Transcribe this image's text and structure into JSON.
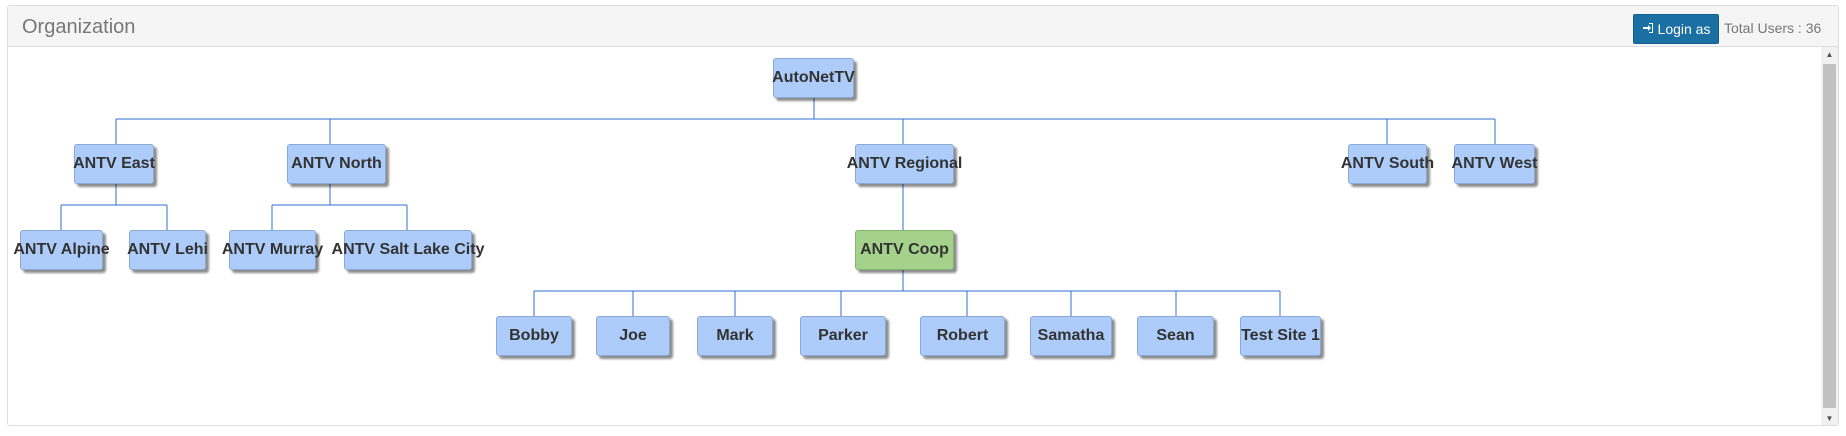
{
  "header": {
    "title": "Organization",
    "login_label": "Login as",
    "login_icon": "sign-in-icon",
    "total_users": "Total Users : 36"
  },
  "colors": {
    "node_default": "#adccf9",
    "node_selected": "#a4d18c",
    "connector": "#2e6fd1",
    "login_button": "#1a6fa3"
  },
  "tree": {
    "selected": "ANTV Coop",
    "nodes": {
      "root": "AutoNetTV",
      "east": "ANTV East",
      "north": "ANTV North",
      "regional": "ANTV Regional",
      "south": "ANTV South",
      "west": "ANTV West",
      "alpine": "ANTV Alpine",
      "lehi": "ANTV Lehi",
      "murray": "ANTV Murray",
      "saltlake": "ANTV Salt Lake City",
      "coop": "ANTV Coop",
      "bobby": "Bobby",
      "joe": "Joe",
      "mark": "Mark",
      "parker": "Parker",
      "robert": "Robert",
      "samatha": "Samatha",
      "sean": "Sean",
      "testsite1": "Test Site 1"
    }
  }
}
